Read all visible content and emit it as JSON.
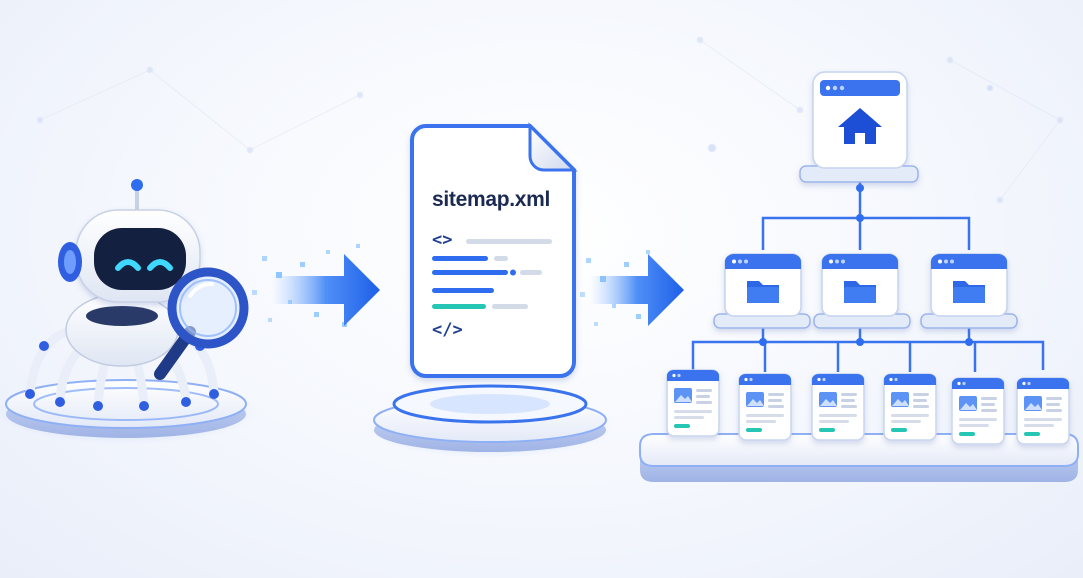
{
  "sitemap_document": {
    "filename": "sitemap.xml",
    "open_tag_glyph": "<>",
    "close_tag_glyph": "</>"
  },
  "palette": {
    "primary_blue": "#2f6df0",
    "deep_blue": "#1d4fd6",
    "accent_teal": "#27c6b4",
    "robot_eye_cyan": "#3fd8ff",
    "line_gray": "#d3dae8"
  },
  "icons": {
    "crawler": "spider-robot-icon",
    "search": "magnifier-icon",
    "home": "home-icon",
    "category": "folder-icon",
    "page": "image-page-icon",
    "flow": "arrow-right-icon"
  },
  "site_tree": {
    "root": "home",
    "categories": 3,
    "pages": 6
  }
}
